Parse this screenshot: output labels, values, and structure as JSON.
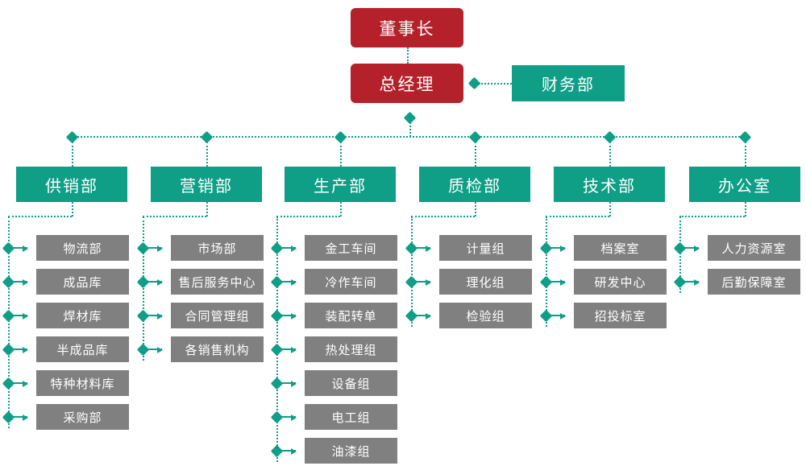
{
  "theme": {
    "exec_color": "#b4212a",
    "dept_color": "#0f9e86",
    "sub_color": "#808080",
    "connector_color": "#0f9e86",
    "background": "#ffffff"
  },
  "executives": [
    {
      "id": "chairman",
      "label": "董事长"
    },
    {
      "id": "general-manager",
      "label": "总经理"
    }
  ],
  "staff": [
    {
      "id": "finance",
      "label": "财务部"
    }
  ],
  "departments": [
    {
      "id": "supply-sales",
      "label": "供销部",
      "children": [
        {
          "label": "物流部"
        },
        {
          "label": "成品库"
        },
        {
          "label": "焊材库"
        },
        {
          "label": "半成品库"
        },
        {
          "label": "特种材料库"
        },
        {
          "label": "采购部"
        }
      ]
    },
    {
      "id": "marketing",
      "label": "营销部",
      "children": [
        {
          "label": "市场部"
        },
        {
          "label": "售后服务中心"
        },
        {
          "label": "合同管理组"
        },
        {
          "label": "各销售机构"
        }
      ]
    },
    {
      "id": "production",
      "label": "生产部",
      "children": [
        {
          "label": "金工车间"
        },
        {
          "label": "冷作车间"
        },
        {
          "label": "装配转单"
        },
        {
          "label": "热处理组"
        },
        {
          "label": "设备组"
        },
        {
          "label": "电工组"
        },
        {
          "label": "油漆组"
        }
      ]
    },
    {
      "id": "quality-inspection",
      "label": "质检部",
      "children": [
        {
          "label": "计量组"
        },
        {
          "label": "理化组"
        },
        {
          "label": "检验组"
        }
      ]
    },
    {
      "id": "technology",
      "label": "技术部",
      "children": [
        {
          "label": "档案室"
        },
        {
          "label": "研发中心"
        },
        {
          "label": "招投标室"
        }
      ]
    },
    {
      "id": "office",
      "label": "办公室",
      "children": [
        {
          "label": "人力资源室"
        },
        {
          "label": "后勤保障室"
        }
      ]
    }
  ]
}
